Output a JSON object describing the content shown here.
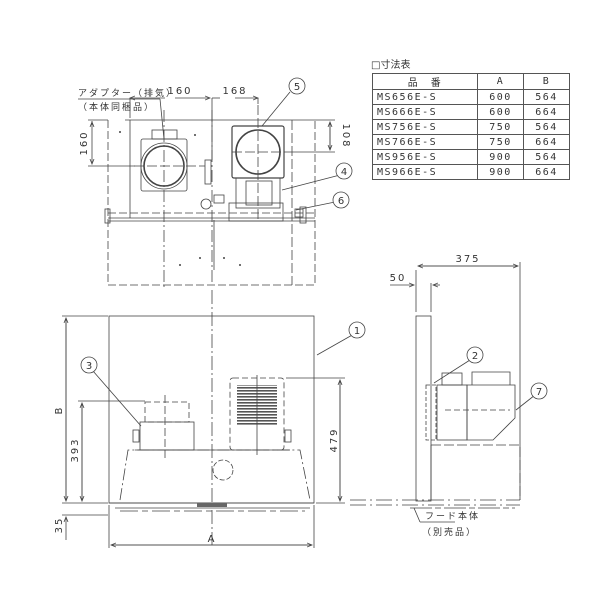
{
  "dimension_table": {
    "title": "□寸法表",
    "headers": [
      "品　番",
      "A",
      "B"
    ],
    "rows": [
      [
        "MS656E-S",
        "600",
        "564"
      ],
      [
        "MS666E-S",
        "600",
        "664"
      ],
      [
        "MS756E-S",
        "750",
        "564"
      ],
      [
        "MS766E-S",
        "750",
        "664"
      ],
      [
        "MS956E-S",
        "900",
        "564"
      ],
      [
        "MS966E-S",
        "900",
        "664"
      ]
    ]
  },
  "top_view": {
    "adapter_label_line1": "アダプター（排気）",
    "adapter_label_line2": "（本体同梱品）",
    "dim_160_h": "160",
    "dim_168": "168",
    "dim_160_v": "160",
    "dim_108": "108"
  },
  "front_view": {
    "dim_B": "B",
    "dim_393": "393",
    "dim_35": "35",
    "dim_479": "479",
    "dim_A": "A"
  },
  "side_view": {
    "dim_375": "375",
    "dim_50": "50",
    "hood_label_line1": "フード本体",
    "hood_label_line2": "（別売品）"
  },
  "callouts": [
    "1",
    "2",
    "3",
    "4",
    "5",
    "6",
    "7"
  ]
}
